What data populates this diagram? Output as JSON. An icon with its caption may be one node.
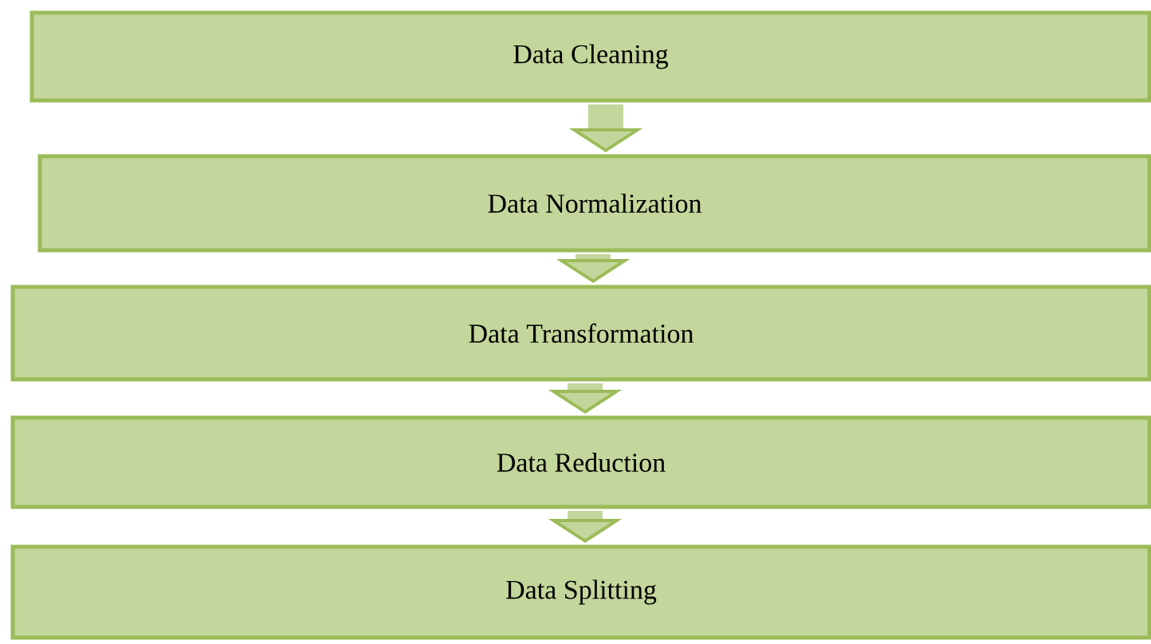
{
  "diagram": {
    "nodes": [
      {
        "text": [
          "Data Cleaning"
        ]
      },
      {
        "text": [
          "Data Normalization"
        ]
      },
      {
        "text": [
          "Data Transformation"
        ]
      },
      {
        "text": [
          "Data Reduction"
        ]
      },
      {
        "text": [
          "Data Splitting"
        ]
      }
    ],
    "edges": [
      {
        "from": 0,
        "to": 1,
        "arrow": "to"
      },
      {
        "from": 1,
        "to": 2,
        "arrow": "to"
      },
      {
        "from": 2,
        "to": 3,
        "arrow": "to"
      },
      {
        "from": 3,
        "to": 4,
        "arrow": "to"
      }
    ]
  }
}
